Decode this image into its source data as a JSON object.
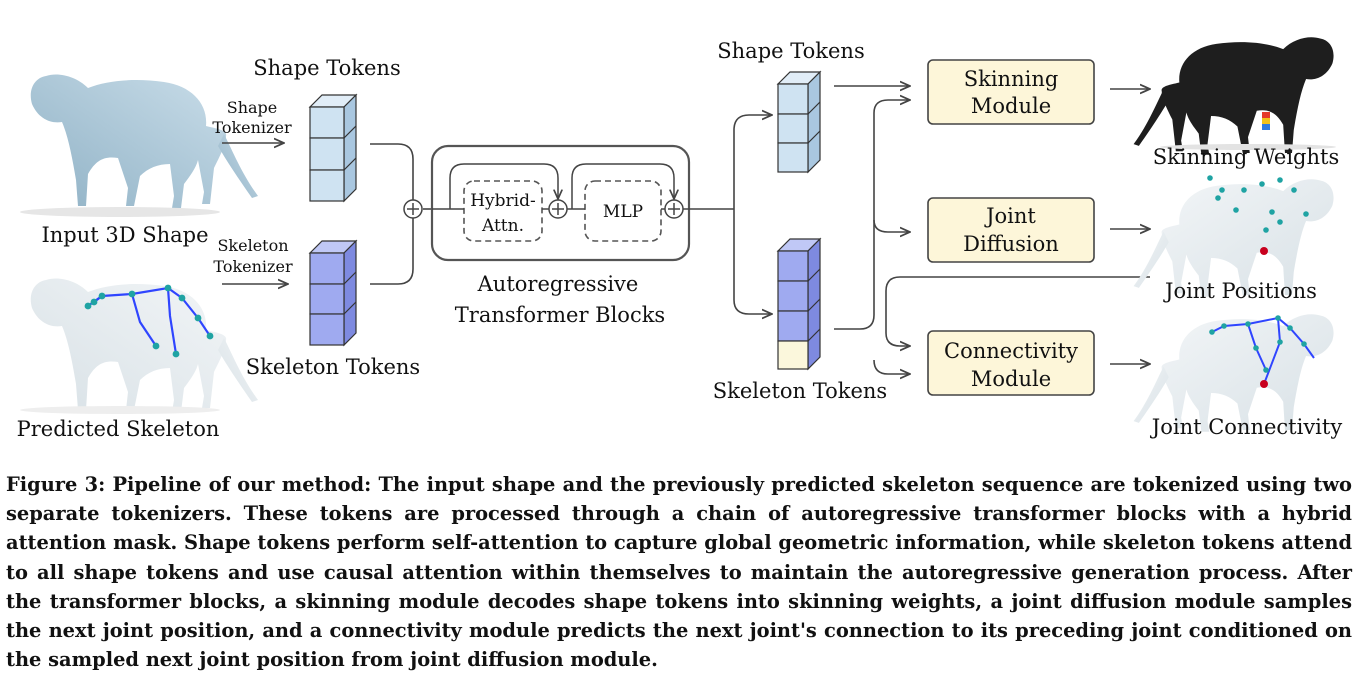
{
  "diagram": {
    "input": {
      "shape_label": "Input 3D Shape",
      "skeleton_label": "Predicted Skeleton"
    },
    "tokenizers": {
      "shape": [
        "Shape",
        "Tokenizer"
      ],
      "skeleton": [
        "Skeleton",
        "Tokenizer"
      ]
    },
    "tokens_left": {
      "shape_title": "Shape Tokens",
      "skeleton_title": "Skeleton Tokens"
    },
    "transformer": {
      "hybrid_attn": [
        "Hybrid-",
        "Attn."
      ],
      "mlp": "MLP",
      "title": [
        "Autoregressive",
        "Transformer Blocks"
      ]
    },
    "tokens_right": {
      "shape_title": "Shape Tokens",
      "skeleton_title": "Skeleton Tokens"
    },
    "modules": {
      "skinning": [
        "Skinning",
        "Module"
      ],
      "joint_diffusion": [
        "Joint",
        "Diffusion"
      ],
      "connectivity": [
        "Connectivity",
        "Module"
      ]
    },
    "outputs": {
      "skinning_weights": "Skinning Weights",
      "joint_positions": "Joint Positions",
      "joint_connectivity": "Joint Connectivity"
    },
    "colors": {
      "shape_token": "#cfe3f2",
      "skeleton_token": "#9faaf0",
      "new_token": "#fbf7dc",
      "module_fill": "#fdf6d9",
      "mesh": "#a9c5d6",
      "mesh_light": "#e4ebef",
      "bone": "#2f45ff",
      "joint": "#1fa3a3",
      "highlight_joint": "#c8001e"
    }
  },
  "caption": "Figure 3: Pipeline of our method: The input shape and the previously predicted skeleton sequence are tokenized using two separate tokenizers. These tokens are processed through a chain of autoregressive transformer blocks with a hybrid attention mask. Shape tokens perform self-attention to capture global geometric information, while skeleton tokens attend to all shape tokens and use causal attention within themselves to maintain the autoregressive generation process. After the transformer blocks, a skinning module decodes shape tokens into skinning weights, a joint diffusion module samples the next joint position, and a connectivity module predicts the next joint's connection to its preceding joint conditioned on the sampled next joint position from joint diffusion module."
}
